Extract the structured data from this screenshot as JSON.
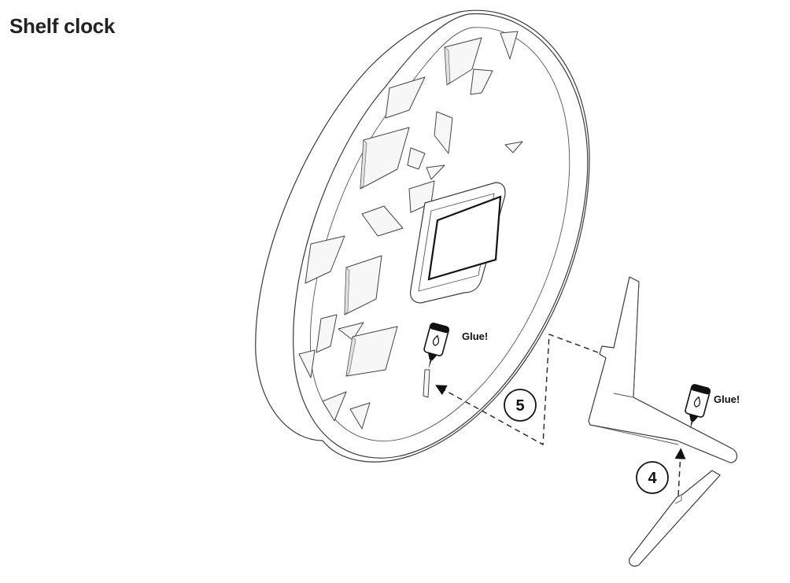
{
  "page": {
    "title": "Shelf clock"
  },
  "steps": [
    {
      "number": "5",
      "glue_label": "Glue!"
    },
    {
      "number": "4",
      "glue_label": "Glue!"
    }
  ],
  "icons": {
    "glue_bottle": "glue-bottle-icon",
    "arrow": "dashed-arrow"
  },
  "colors": {
    "outline": "#3a3a3a",
    "text": "#222222",
    "background": "#ffffff"
  }
}
